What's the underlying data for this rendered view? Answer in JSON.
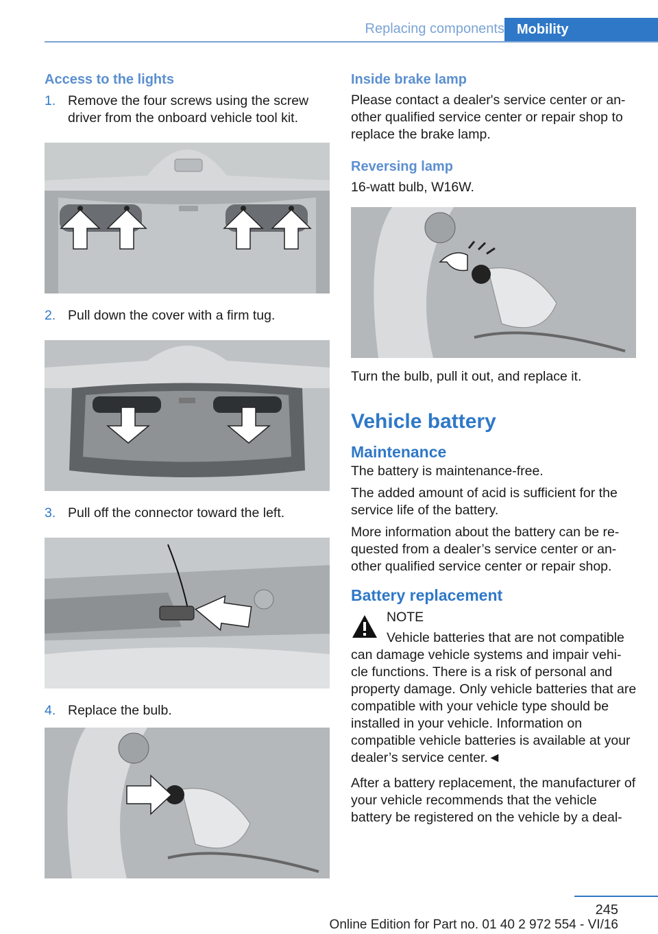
{
  "header": {
    "section": "Replacing components",
    "chapter": "Mobility"
  },
  "left": {
    "heading": "Access to the lights",
    "steps": [
      {
        "num": "1.",
        "text": "Remove the four screws using the screw driver from the onboard vehicle tool kit."
      },
      {
        "num": "2.",
        "text": "Pull down the cover with a firm tug."
      },
      {
        "num": "3.",
        "text": "Pull off the connector toward the left."
      },
      {
        "num": "4.",
        "text": "Replace the bulb."
      }
    ]
  },
  "right": {
    "inside_brake_heading": "Inside brake lamp",
    "inside_brake_text": "Please contact a dealer's service center or an- other qualified service center or repair shop to replace the brake lamp.",
    "reversing_heading": "Reversing lamp",
    "reversing_text": "16-watt bulb, W16W.",
    "turn_text": "Turn the bulb, pull it out, and replace it.",
    "battery_heading": "Vehicle battery",
    "maintenance_heading": "Maintenance",
    "maintenance_p1": "The battery is maintenance-free.",
    "maintenance_p2": "The added amount of acid is sufficient for the service life of the battery.",
    "maintenance_p3": "More information about the battery can be re- quested from a dealer’s service center or an- other qualified service center or repair shop.",
    "replacement_heading": "Battery replacement",
    "note_label": "NOTE",
    "note_text": "Vehicle batteries that are not compatible can damage vehicle systems and impair vehi- cle functions. There is a risk of personal and property damage. Only vehicle batteries that are compatible with your vehicle type should be installed in your vehicle. Information on compatible vehicle batteries is available at your dealer’s service center.◄",
    "after_text": "After a battery replacement, the manufacturer of your vehicle recommends that the vehicle battery be registered on the vehicle by a deal-"
  },
  "footer": {
    "page": "245",
    "edition": "Online Edition for Part no. 01 40 2 972 554 - VI/16"
  },
  "colors": {
    "accent": "#2f78c7",
    "light_accent": "#7aa3d6"
  },
  "icons": [
    "warning-triangle-icon"
  ]
}
